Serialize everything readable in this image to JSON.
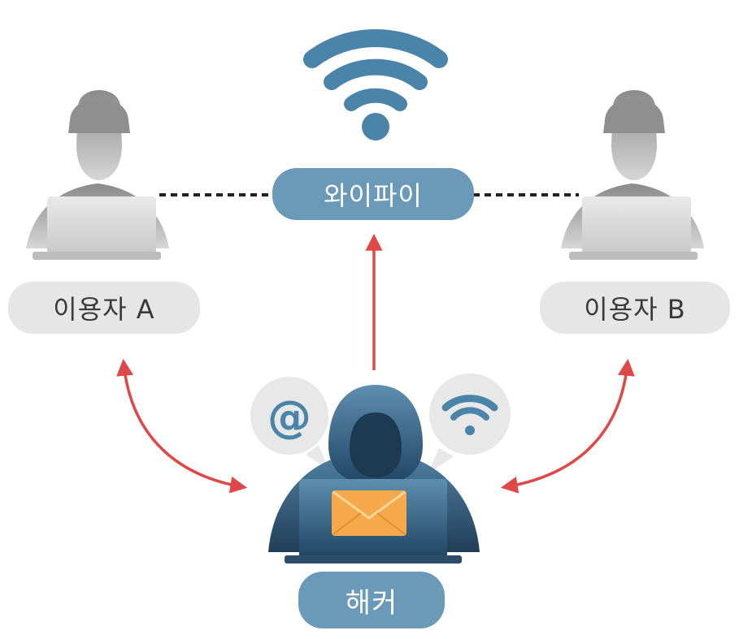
{
  "nodes": {
    "wifi": {
      "label": "와이파이"
    },
    "user_a": {
      "label": "이용자 A"
    },
    "user_b": {
      "label": "이용자 B"
    },
    "hacker": {
      "label": "해커"
    }
  },
  "bubbles": {
    "left": {
      "symbol": "@"
    },
    "right": {
      "icon": "wifi-icon"
    }
  },
  "icons": {
    "top": "wifi-icon",
    "user_a": "person-laptop-icon",
    "user_b": "person-laptop-icon",
    "hacker": "hooded-hacker-laptop-icon",
    "hacker_screen": "envelope-icon"
  },
  "colors": {
    "accent_blue": "#4a84a8",
    "pill_blue": "#6a9ab8",
    "pill_gray": "#e6e6e6",
    "arrow_red": "#e04848",
    "hacker_navy": "#2e5877",
    "envelope_orange": "#f5a94a"
  }
}
